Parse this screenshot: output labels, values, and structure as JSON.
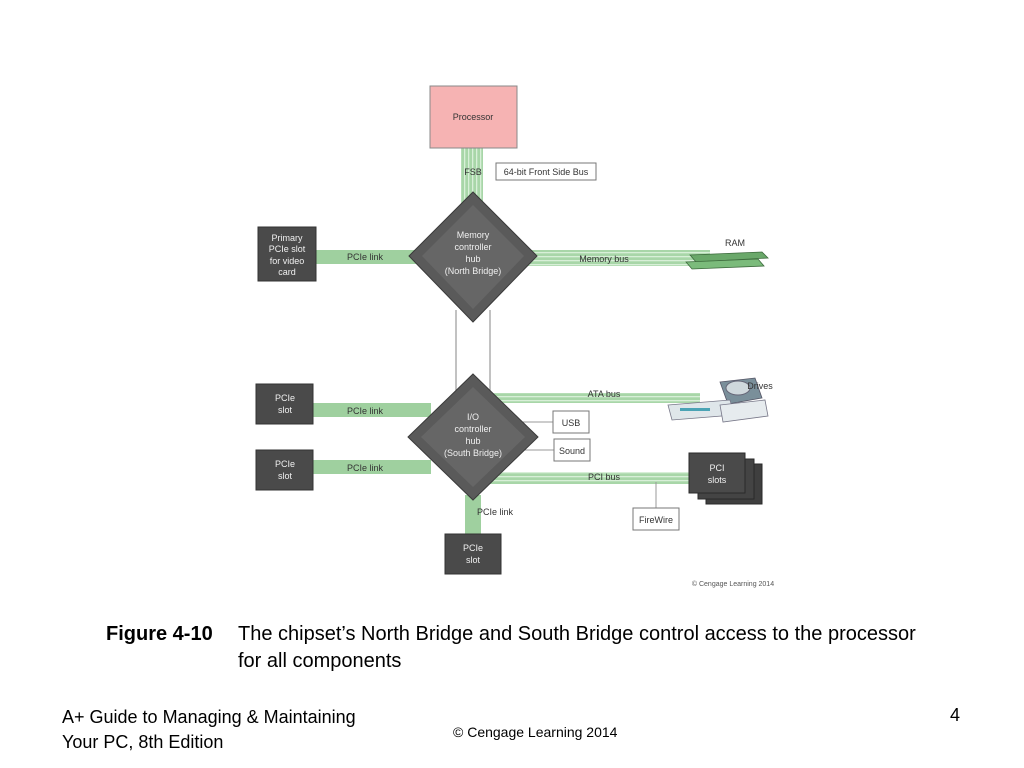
{
  "diagram": {
    "processor": "Processor",
    "fsb_label": "FSB",
    "fsb_note": "64-bit Front Side Bus",
    "north_bridge": [
      "Memory",
      "controller",
      "hub",
      "(North Bridge)"
    ],
    "south_bridge": [
      "I/O",
      "controller",
      "hub",
      "(South Bridge)"
    ],
    "primary_pcie": [
      "Primary",
      "PCIe slot",
      "for video",
      "card"
    ],
    "pcie_link": "PCIe link",
    "memory_bus": "Memory bus",
    "ram": "RAM",
    "ata_bus": "ATA bus",
    "drives": "Drives",
    "usb": "USB",
    "sound": "Sound",
    "pcie_slot": [
      "PCIe",
      "slot"
    ],
    "pci_bus": "PCI bus",
    "pci_slots": [
      "PCI",
      "slots"
    ],
    "firewire": "FireWire",
    "copyright": "© Cengage Learning 2014",
    "colors": {
      "processor_fill": "#f6b3b3",
      "chip_fill": "#5a5a5a",
      "slot_fill": "#4a4a4a",
      "bus_green": "#9fd09f"
    }
  },
  "caption": {
    "figure_label": "Figure 4-10",
    "text": "The chipset’s North Bridge and South Bridge control access to the processor for all components"
  },
  "footer": {
    "book_line1": "A+ Guide to Managing & Maintaining",
    "book_line2": "Your PC, 8th Edition",
    "copyright": "© Cengage Learning  2014",
    "page_number": "4"
  }
}
